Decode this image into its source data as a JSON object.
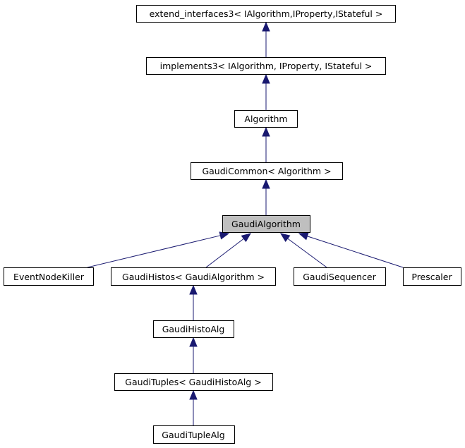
{
  "diagram": {
    "type": "class-inheritance-graph",
    "colors": {
      "node_fill": "#ffffff",
      "highlight_fill": "#bfbfbf",
      "border": "#000000",
      "edge": "#191970"
    },
    "nodes": [
      {
        "id": "extend_interfaces3",
        "label": "extend_interfaces3< IAlgorithm,IProperty,IStateful >"
      },
      {
        "id": "implements3",
        "label": "implements3< IAlgorithm, IProperty, IStateful >"
      },
      {
        "id": "algorithm",
        "label": "Algorithm"
      },
      {
        "id": "gaudi_common",
        "label": "GaudiCommon< Algorithm >"
      },
      {
        "id": "gaudi_algorithm",
        "label": "GaudiAlgorithm",
        "highlighted": true
      },
      {
        "id": "event_node_killer",
        "label": "EventNodeKiller"
      },
      {
        "id": "gaudi_histos",
        "label": "GaudiHistos< GaudiAlgorithm >"
      },
      {
        "id": "gaudi_sequencer",
        "label": "GaudiSequencer"
      },
      {
        "id": "prescaler",
        "label": "Prescaler"
      },
      {
        "id": "gaudi_histo_alg",
        "label": "GaudiHistoAlg"
      },
      {
        "id": "gaudi_tuples",
        "label": "GaudiTuples< GaudiHistoAlg >"
      },
      {
        "id": "gaudi_tuple_alg",
        "label": "GaudiTupleAlg"
      }
    ],
    "edges": [
      {
        "from": "implements3",
        "to": "extend_interfaces3"
      },
      {
        "from": "algorithm",
        "to": "implements3"
      },
      {
        "from": "gaudi_common",
        "to": "algorithm"
      },
      {
        "from": "gaudi_algorithm",
        "to": "gaudi_common"
      },
      {
        "from": "event_node_killer",
        "to": "gaudi_algorithm"
      },
      {
        "from": "gaudi_histos",
        "to": "gaudi_algorithm"
      },
      {
        "from": "gaudi_sequencer",
        "to": "gaudi_algorithm"
      },
      {
        "from": "prescaler",
        "to": "gaudi_algorithm"
      },
      {
        "from": "gaudi_histo_alg",
        "to": "gaudi_histos"
      },
      {
        "from": "gaudi_tuples",
        "to": "gaudi_histo_alg"
      },
      {
        "from": "gaudi_tuple_alg",
        "to": "gaudi_tuples"
      }
    ]
  }
}
